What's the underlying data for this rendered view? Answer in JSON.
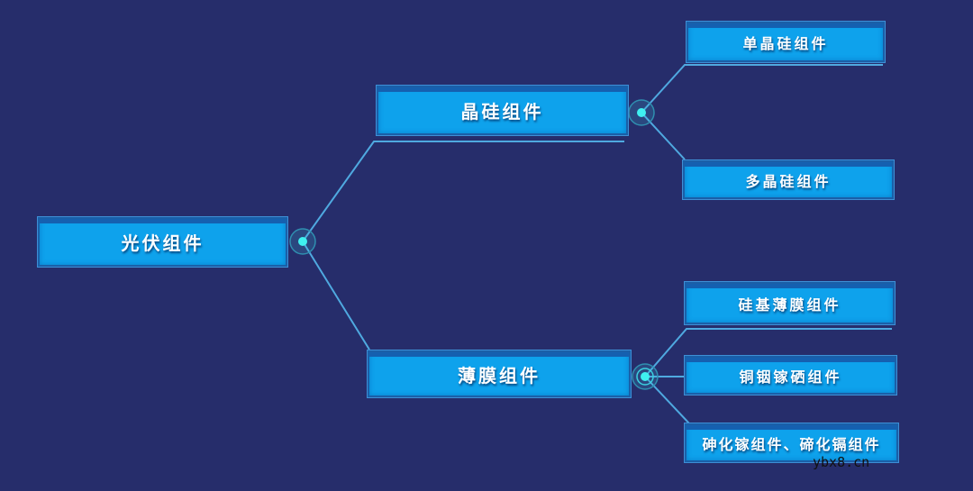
{
  "root": {
    "label": "光伏组件"
  },
  "branches": [
    {
      "label": "晶硅组件",
      "children": [
        {
          "label": "单晶硅组件"
        },
        {
          "label": "多晶硅组件"
        }
      ]
    },
    {
      "label": "薄膜组件",
      "children": [
        {
          "label": "硅基薄膜组件"
        },
        {
          "label": "铜铟镓硒组件"
        },
        {
          "label": "砷化镓组件、碲化镉组件"
        }
      ]
    }
  ],
  "watermark": "ybx8.cn",
  "colors": {
    "background": "#262d6b",
    "box": "#0ea2ec",
    "line": "#4fa9e0",
    "node": "#3ff0f0"
  }
}
